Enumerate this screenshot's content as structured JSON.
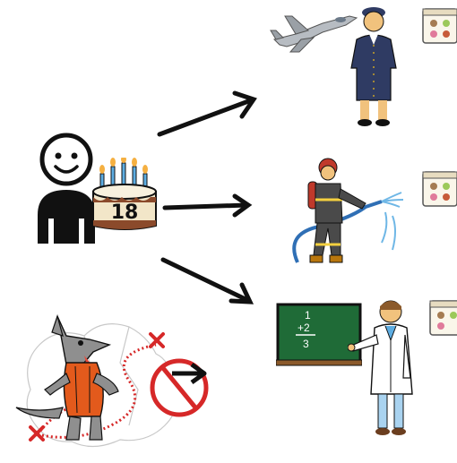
{
  "birthday_cake": {
    "age_number": "18"
  },
  "teacher_board": {
    "line1": "1",
    "line2": "+2",
    "line3": "3"
  },
  "icons": {
    "person": "person-icon",
    "cake": "birthday-cake-icon",
    "pilot": "air-force-pilot-icon",
    "jet": "fighter-jet-icon",
    "firefighter": "firefighter-icon",
    "teacher": "teacher-icon",
    "chalkboard": "chalkboard-icon",
    "calendar": "calendar-icon",
    "wolf": "wolf-icon",
    "forbidden": "no-entry-icon",
    "map": "map-icon",
    "arrow": "arrow-icon"
  },
  "colors": {
    "outline": "#111111",
    "cake_top": "#f2e6c8",
    "cake_band": "#8b4a2b",
    "jet": "#9aa0a6",
    "uniform": "#2f3b63",
    "fire_red": "#c0392b",
    "chalkboard": "#1f6b37",
    "wolf_gray": "#8f8f8f",
    "wolf_shirt": "#e35a1c",
    "forbidden_red": "#d62828",
    "water": "#6fb7e6",
    "skin": "#f1c27d"
  }
}
